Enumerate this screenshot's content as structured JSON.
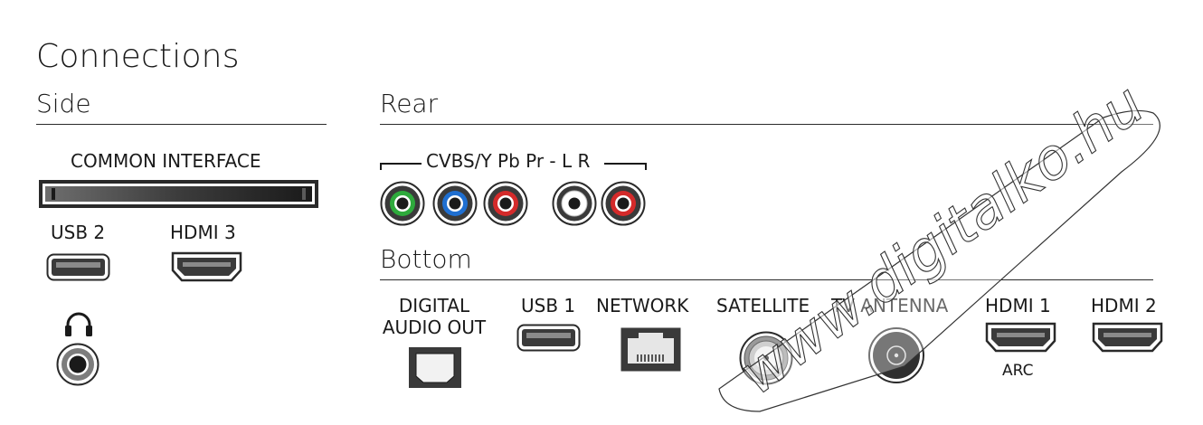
{
  "title": "Connections",
  "sections": {
    "side": "Side",
    "rear": "Rear",
    "bottom": "Bottom"
  },
  "side": {
    "common_interface": "COMMON INTERFACE",
    "usb2": "USB 2",
    "hdmi3": "HDMI 3",
    "headphone_icon": "headphones-icon"
  },
  "rear": {
    "bracket_label": "CVBS/Y Pb Pr - L R",
    "jacks": [
      {
        "role": "Y / CVBS",
        "color": "#2eaa3c"
      },
      {
        "role": "Pb",
        "color": "#1f6fd1"
      },
      {
        "role": "Pr",
        "color": "#d42a2a"
      },
      {
        "role": "L",
        "color": "#ffffff"
      },
      {
        "role": "R",
        "color": "#d42a2a"
      }
    ]
  },
  "bottom": {
    "digital_audio_out_line1": "DIGITAL",
    "digital_audio_out_line2": "AUDIO OUT",
    "usb1": "USB 1",
    "network": "NETWORK",
    "satellite": "SATELLITE",
    "tv_antenna": "TV ANTENNA",
    "hdmi1": "HDMI 1",
    "hdmi1_sub": "ARC",
    "hdmi2": "HDMI 2"
  },
  "watermark": "www.digitalko.hu"
}
